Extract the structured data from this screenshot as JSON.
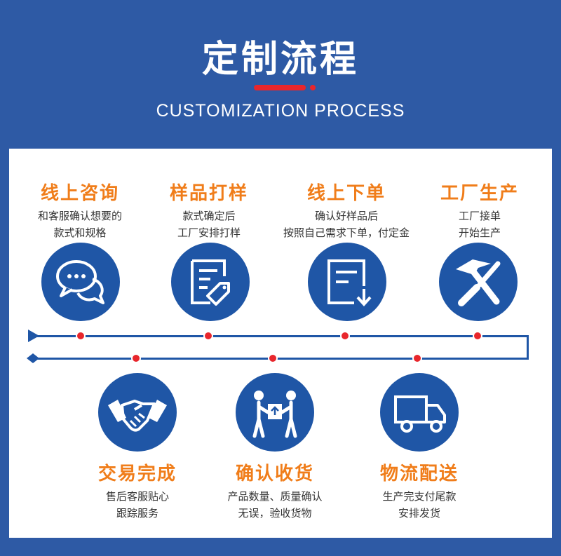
{
  "header": {
    "title": "定制流程",
    "subtitle": "CUSTOMIZATION PROCESS"
  },
  "steps_top": [
    {
      "title": "线上咨询",
      "desc1": "和客服确认想要的",
      "desc2": "款式和规格",
      "icon": "chat-bubbles-icon"
    },
    {
      "title": "样品打样",
      "desc1": "款式确定后",
      "desc2": "工厂安排打样",
      "icon": "document-tag-icon"
    },
    {
      "title": "线上下单",
      "desc1": "确认好样品后",
      "desc2": "按照自己需求下单，付定金",
      "icon": "document-download-icon"
    },
    {
      "title": "工厂生产",
      "desc1": "工厂接单",
      "desc2": "开始生产",
      "icon": "hammer-screwdriver-icon"
    }
  ],
  "steps_bottom": [
    {
      "title": "交易完成",
      "desc1": "售后客服贴心",
      "desc2": "跟踪服务",
      "icon": "handshake-icon"
    },
    {
      "title": "确认收货",
      "desc1": "产品数量、质量确认",
      "desc2": "无误，验收货物",
      "icon": "people-package-icon"
    },
    {
      "title": "物流配送",
      "desc1": "生产完支付尾款",
      "desc2": "安排发货",
      "icon": "delivery-truck-icon"
    }
  ],
  "colors": {
    "brand_blue": "#2e5aa5",
    "icon_blue": "#1f56a6",
    "accent_orange": "#f07d1a",
    "accent_red": "#e8262c"
  }
}
